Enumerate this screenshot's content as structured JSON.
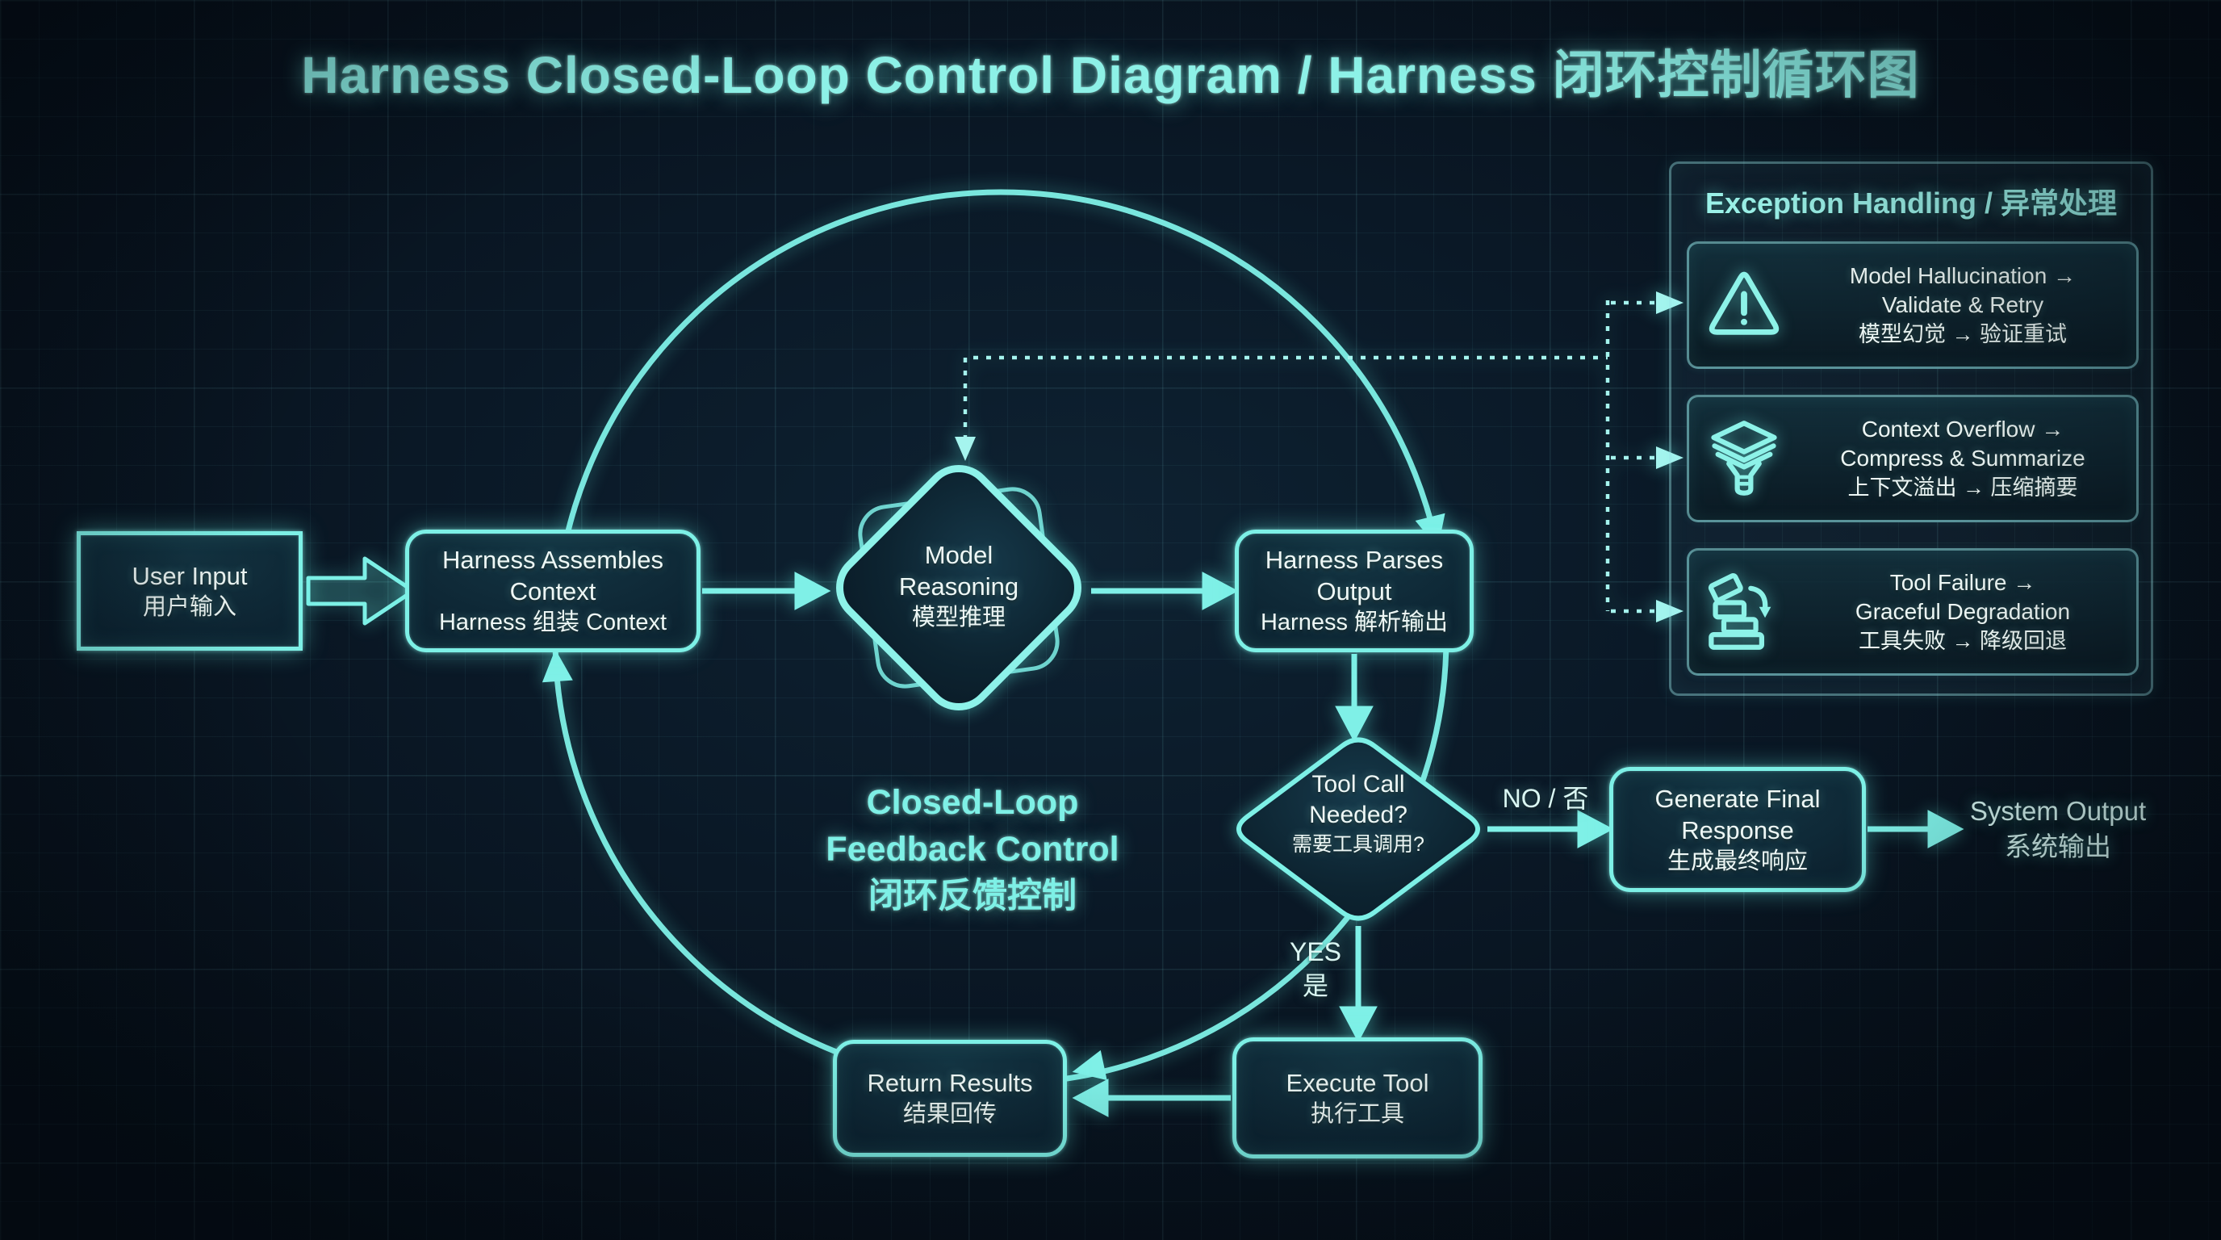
{
  "title": "Harness Closed-Loop Control Diagram / Harness 闭环控制循环图",
  "colors": {
    "accent": "#7df0e6",
    "node_text": "#eef8f6",
    "background": "#0a1826"
  },
  "nodes": {
    "user_input": {
      "en": "User Input",
      "zh": "用户输入"
    },
    "harness_assembles": {
      "en": "Harness Assembles Context",
      "zh": "Harness 组装 Context"
    },
    "model_reasoning": {
      "en1": "Model",
      "en2": "Reasoning",
      "zh": "模型推理"
    },
    "harness_parses": {
      "en": "Harness Parses Output",
      "zh": "Harness 解析输出"
    },
    "tool_call": {
      "en1": "Tool Call",
      "en2": "Needed?",
      "zh": "需要工具调用?"
    },
    "generate_final": {
      "en": "Generate Final Response",
      "zh": "生成最终响应"
    },
    "system_output": {
      "en": "System Output",
      "zh": "系统输出"
    },
    "execute_tool": {
      "en": "Execute Tool",
      "zh": "执行工具"
    },
    "return_results": {
      "en": "Return Results",
      "zh": "结果回传"
    }
  },
  "labels": {
    "no": "NO / 否",
    "yes_en": "YES",
    "yes_zh": "是"
  },
  "center_label": {
    "line1": "Closed-Loop",
    "line2": "Feedback Control",
    "line3": "闭环反馈控制"
  },
  "exception_panel": {
    "header": "Exception Handling / 异常处理",
    "items": [
      {
        "icon": "warning-triangle-icon",
        "en1": "Model Hallucination →",
        "en2": "Validate & Retry",
        "zh": "模型幻觉 → 验证重试"
      },
      {
        "icon": "layers-compress-icon",
        "en1": "Context Overflow →",
        "en2": "Compress & Summarize",
        "zh": "上下文溢出 → 压缩摘要"
      },
      {
        "icon": "collapsing-blocks-icon",
        "en1": "Tool Failure →",
        "en2": "Graceful Degradation",
        "zh": "工具失败 → 降级回退"
      }
    ]
  }
}
